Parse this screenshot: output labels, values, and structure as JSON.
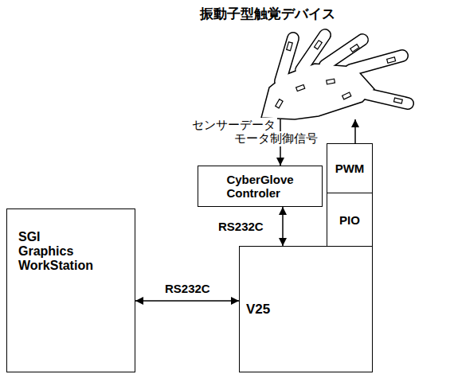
{
  "diagram": {
    "nodes": [
      {
        "text": [
          "振動子型触覚デバイス"
        ]
      },
      {
        "text": [
          "CyberGlove Controler"
        ]
      },
      {
        "text": [
          "PWM"
        ]
      },
      {
        "text": [
          "PIO"
        ]
      },
      {
        "text": [
          "SGI Graphics WorkStation"
        ]
      },
      {
        "text": [
          "V25"
        ]
      }
    ],
    "edges": [
      {
        "from": 0,
        "to": 1,
        "arrow": "to",
        "label": "センサーデータ"
      },
      {
        "from": 2,
        "to": 0,
        "arrow": "to",
        "label": "モータ制御信号"
      },
      {
        "from": 1,
        "to": 5,
        "arrow": "both",
        "label": "RS232C"
      },
      {
        "from": 4,
        "to": 5,
        "arrow": "both",
        "label": "RS232C"
      }
    ]
  }
}
